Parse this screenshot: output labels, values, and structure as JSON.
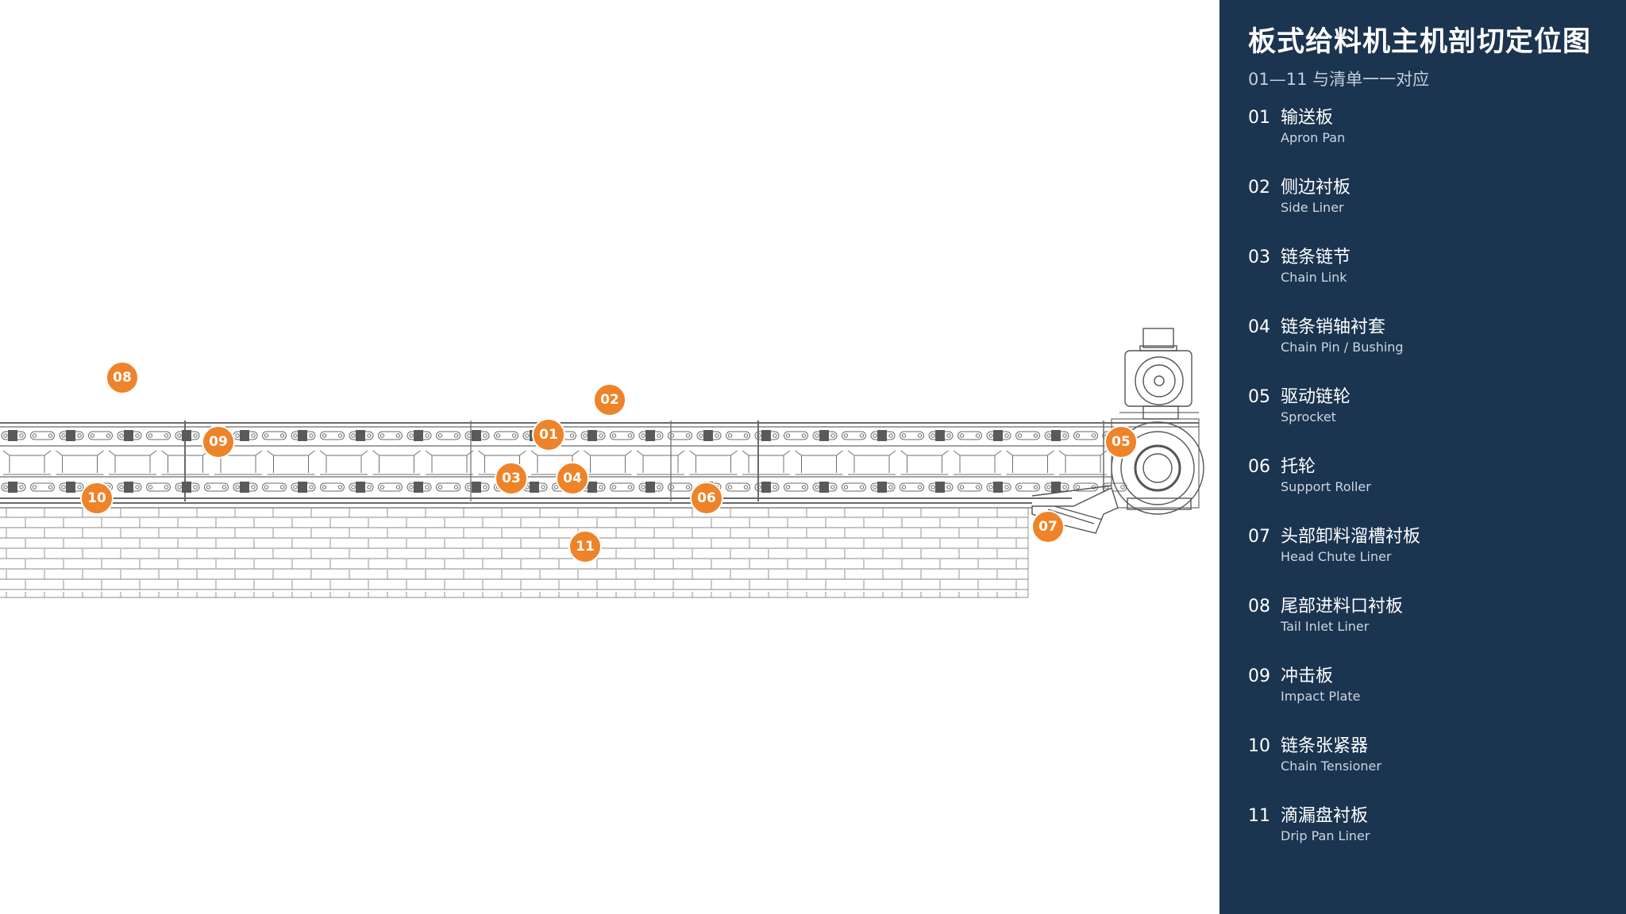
{
  "sidebar": {
    "title": "板式给料机主机剖切定位图",
    "subtitle": "01—11 与清单一一对应",
    "items": [
      {
        "num": "01",
        "zh": "输送板",
        "en": "Apron Pan"
      },
      {
        "num": "02",
        "zh": "侧边衬板",
        "en": "Side Liner"
      },
      {
        "num": "03",
        "zh": "链条链节",
        "en": "Chain Link"
      },
      {
        "num": "04",
        "zh": "链条销轴衬套",
        "en": "Chain Pin / Bushing"
      },
      {
        "num": "05",
        "zh": "驱动链轮",
        "en": "Sprocket"
      },
      {
        "num": "06",
        "zh": "托轮",
        "en": "Support Roller"
      },
      {
        "num": "07",
        "zh": "头部卸料溜槽衬板",
        "en": "Head Chute Liner"
      },
      {
        "num": "08",
        "zh": "尾部进料口衬板",
        "en": "Tail Inlet Liner"
      },
      {
        "num": "09",
        "zh": "冲击板",
        "en": "Impact Plate"
      },
      {
        "num": "10",
        "zh": "链条张紧器",
        "en": "Chain Tensioner"
      },
      {
        "num": "11",
        "zh": "滴漏盘衬板",
        "en": "Drip Pan Liner"
      }
    ]
  },
  "markers": [
    "01",
    "02",
    "03",
    "04",
    "05",
    "06",
    "07",
    "08",
    "09",
    "10",
    "11"
  ],
  "colors": {
    "sidebar_bg": "#1b3450",
    "marker": "#ee8329",
    "line": "#6a6a6a"
  }
}
